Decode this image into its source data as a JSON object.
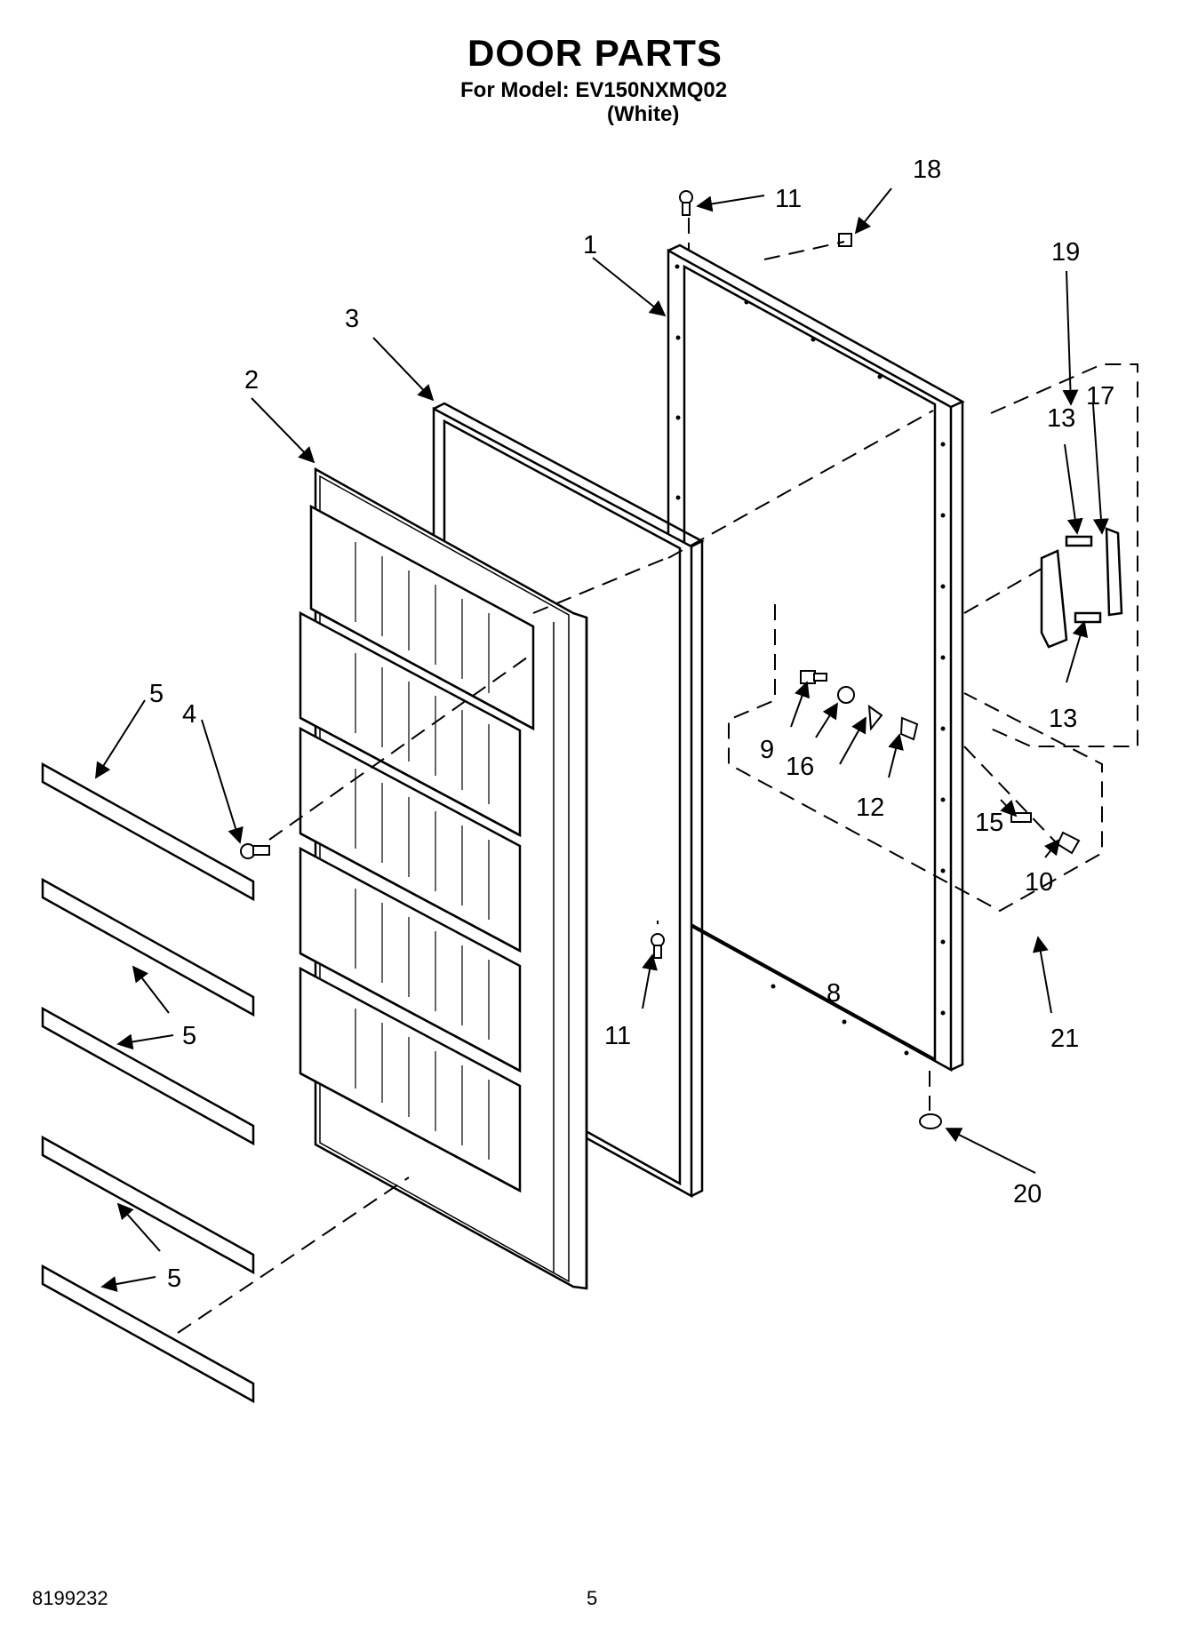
{
  "header": {
    "title": "DOOR PARTS",
    "model_line": "For Model: EV150NXMQ02",
    "color_line": "(White)"
  },
  "footer": {
    "doc_number": "8199232",
    "page_number": "5"
  },
  "callouts": {
    "c1": "1",
    "c2": "2",
    "c3": "3",
    "c4": "4",
    "c5": "5",
    "c8": "8",
    "c9": "9",
    "c10": "10",
    "c11": "11",
    "c12": "12",
    "c13": "13",
    "c15": "15",
    "c16": "16",
    "c17": "17",
    "c18": "18",
    "c19": "19",
    "c20": "20",
    "c21": "21"
  }
}
